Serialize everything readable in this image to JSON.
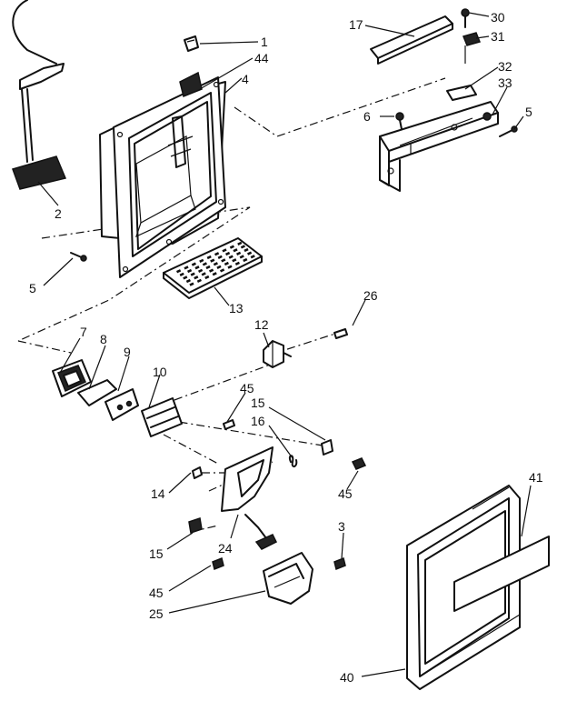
{
  "diagram": {
    "callouts": {
      "c1": "1",
      "c44": "44",
      "c4": "4",
      "c2": "2",
      "c5a": "5",
      "c17": "17",
      "c30": "30",
      "c31": "31",
      "c32": "32",
      "c33": "33",
      "c6": "6",
      "c5b": "5",
      "c13": "13",
      "c26": "26",
      "c12": "12",
      "c7": "7",
      "c8": "8",
      "c9": "9",
      "c10": "10",
      "c45a": "45",
      "c15a": "15",
      "c16": "16",
      "c14": "14",
      "c45b": "45",
      "c3": "3",
      "c15b": "15",
      "c24": "24",
      "c45c": "45",
      "c25": "25",
      "c41": "41",
      "c40": "40"
    }
  }
}
